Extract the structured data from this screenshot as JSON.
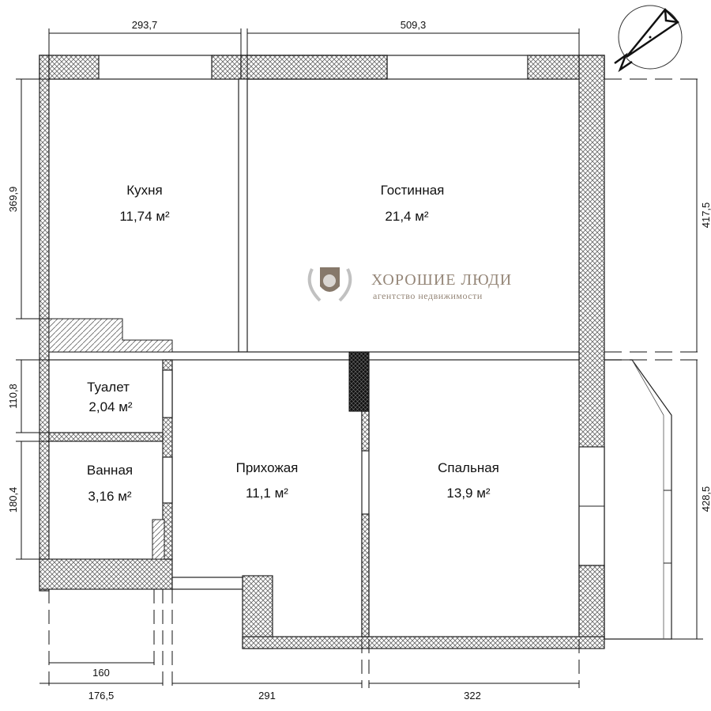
{
  "rooms": [
    {
      "name": "Кухня",
      "area": "11,74 м²"
    },
    {
      "name": "Гостинная",
      "area": "21,4 м²"
    },
    {
      "name": "Туалет",
      "area": "2,04 м²"
    },
    {
      "name": "Ванная",
      "area": "3,16 м²"
    },
    {
      "name": "Прихожая",
      "area": "11,1 м²"
    },
    {
      "name": "Спальная",
      "area": "13,9 м²"
    }
  ],
  "dimensions": {
    "top_left": "293,7",
    "top_right": "509,3",
    "left_kitchen": "369,9",
    "left_toilet": "110,8",
    "left_bath": "180,4",
    "right_top": "417,5",
    "right_bottom": "428,5",
    "bottom_inner": "160",
    "bottom_1": "176,5",
    "bottom_2": "291",
    "bottom_3": "322"
  },
  "watermark": {
    "title": "ХОРОШИЕ ЛЮДИ",
    "subtitle": "агентство недвижимости"
  },
  "colors": {
    "wall_hatch": "#555555",
    "column": "#111111",
    "watermark": "#8a7a6a"
  }
}
